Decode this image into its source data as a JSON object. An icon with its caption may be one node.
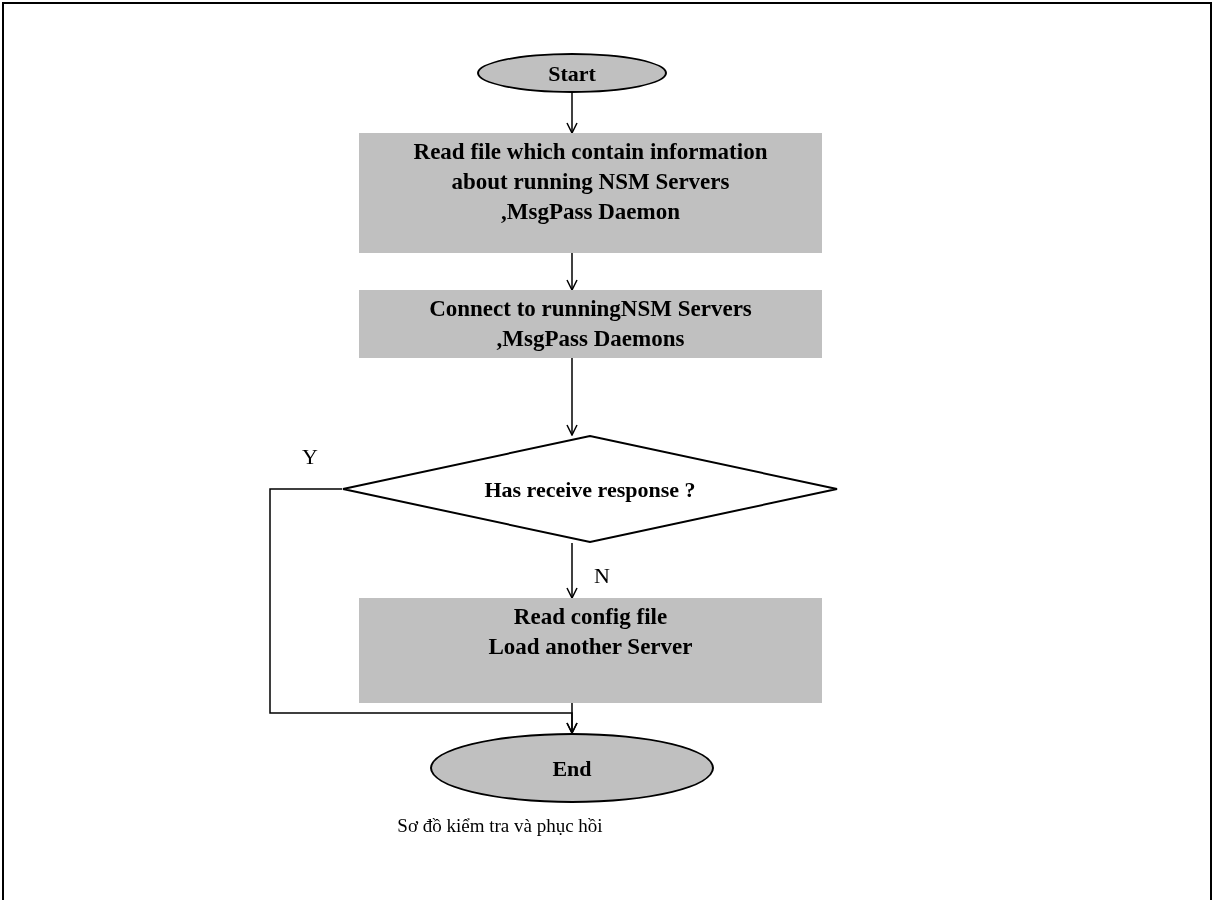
{
  "diagram": {
    "caption": "Sơ đồ kiểm tra và phục hồi",
    "nodes": [
      {
        "text": [
          "Start"
        ]
      },
      {
        "text": [
          "Read  file which contain information about running NSM Servers ,MsgPass Daemon"
        ]
      },
      {
        "text": [
          "Connect to runningNSM Servers ,MsgPass Daemons"
        ]
      },
      {
        "text": [
          "Has receive response ?"
        ]
      },
      {
        "text": [
          "Read config file",
          "Load another Server"
        ]
      },
      {
        "text": [
          "End"
        ]
      }
    ],
    "edges": [
      {
        "from": 0,
        "to": 1,
        "arrow": "to"
      },
      {
        "from": 1,
        "to": 2,
        "arrow": "to"
      },
      {
        "from": 2,
        "to": 3,
        "arrow": "to"
      },
      {
        "from": 3,
        "to": 4,
        "arrow": "to",
        "label": "N"
      },
      {
        "from": 4,
        "to": 5,
        "arrow": "to"
      },
      {
        "from": 3,
        "to": 5,
        "arrow": "to",
        "label": "Y"
      }
    ]
  }
}
